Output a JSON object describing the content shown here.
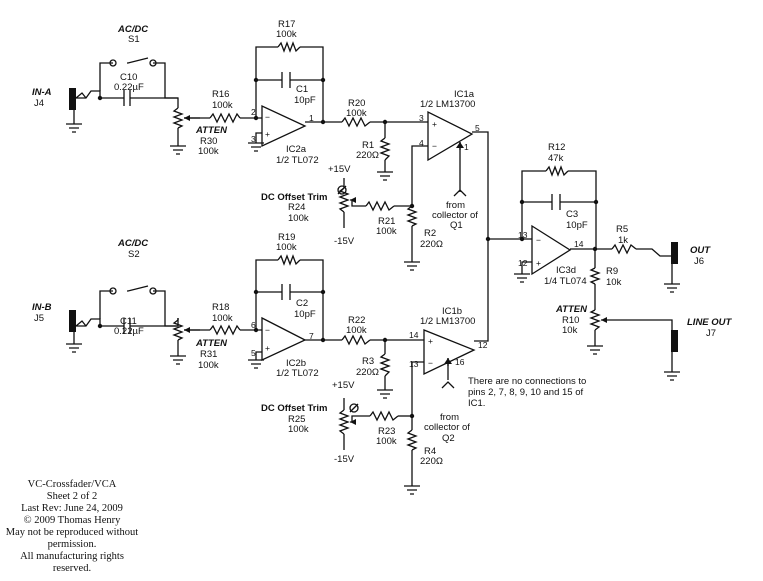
{
  "labels": {
    "S1_title": "AC/DC",
    "S1": "S1",
    "S2_title": "AC/DC",
    "S2": "S2",
    "INA": "IN-A",
    "J4": "J4",
    "INB": "IN-B",
    "J5": "J5",
    "C10": "C10",
    "C10v": "0.22µF",
    "C11": "C11",
    "C11v": "0.22µF",
    "R16": "R16",
    "R16v": "100k",
    "R18": "R18",
    "R18v": "100k",
    "ATTEN1": "ATTEN",
    "R30": "R30",
    "R30v": "100k",
    "ATTEN2": "ATTEN",
    "R31": "R31",
    "R31v": "100k",
    "R17": "R17",
    "R17v": "100k",
    "R19": "R19",
    "R19v": "100k",
    "C1": "C1",
    "C1v": "10pF",
    "C2": "C2",
    "C2v": "10pF",
    "IC2a": "IC2a",
    "IC2av": "1/2 TL072",
    "IC2b": "IC2b",
    "IC2bv": "1/2 TL072",
    "R20": "R20",
    "R20v": "100k",
    "R22": "R22",
    "R22v": "100k",
    "R1": "R1",
    "R1v": "220Ω",
    "R3": "R3",
    "R3v": "220Ω",
    "IC1a": "IC1a",
    "IC1av": "1/2 LM13700",
    "IC1b": "IC1b",
    "IC1bv": "1/2 LM13700",
    "from1a": "from",
    "from1b": "collector of",
    "from1c": "Q1",
    "from2a": "from",
    "from2b": "collector of",
    "from2c": "Q2",
    "DC1": "DC Offset Trim",
    "R24": "R24",
    "R24v": "100k",
    "DC2": "DC Offset Trim",
    "R25": "R25",
    "R25v": "100k",
    "p15a": "+15V",
    "m15a": "-15V",
    "p15b": "+15V",
    "m15b": "-15V",
    "R21": "R21",
    "R21v": "100k",
    "R23": "R23",
    "R23v": "100k",
    "R2": "R2",
    "R2v": "220Ω",
    "R4": "R4",
    "R4v": "220Ω",
    "R12": "R12",
    "R12v": "47k",
    "C3": "C3",
    "C3v": "10pF",
    "R5": "R5",
    "R5v": "1k",
    "IC3d": "IC3d",
    "IC3dv": "1/4 TL074",
    "R9": "R9",
    "R9v": "10k",
    "ATTEN3": "ATTEN",
    "R10": "R10",
    "R10v": "10k",
    "OUT": "OUT",
    "J6": "J6",
    "LINEOUT": "LINE OUT",
    "J7": "J7",
    "nc1": "There are no connections to",
    "nc2": "pins 2, 7, 8, 9, 10 and 15 of",
    "nc3": "IC1."
  },
  "pins": {
    "p2": "2",
    "p3": "3",
    "p1": "1",
    "p6": "6",
    "p5": "5",
    "p7": "7",
    "a3": "3",
    "a4": "4",
    "a5": "5",
    "a1": "1",
    "b14": "14",
    "b13": "13",
    "b12": "12",
    "b16": "16",
    "c13": "13",
    "c12": "12",
    "c14": "14"
  },
  "signs": {
    "m1": "−",
    "pl1": "+",
    "m2": "−",
    "pl2": "+",
    "pa": "+",
    "ma": "−",
    "pb": "+",
    "mb": "−",
    "m3": "−",
    "pl3": "+"
  },
  "footer": [
    "VC-Crossfader/VCA",
    "Sheet 2 of 2",
    "Last Rev: June 24, 2009",
    "© 2009 Thomas Henry",
    "May not be reproduced without",
    "permission.",
    "All manufacturing rights",
    "reserved."
  ]
}
